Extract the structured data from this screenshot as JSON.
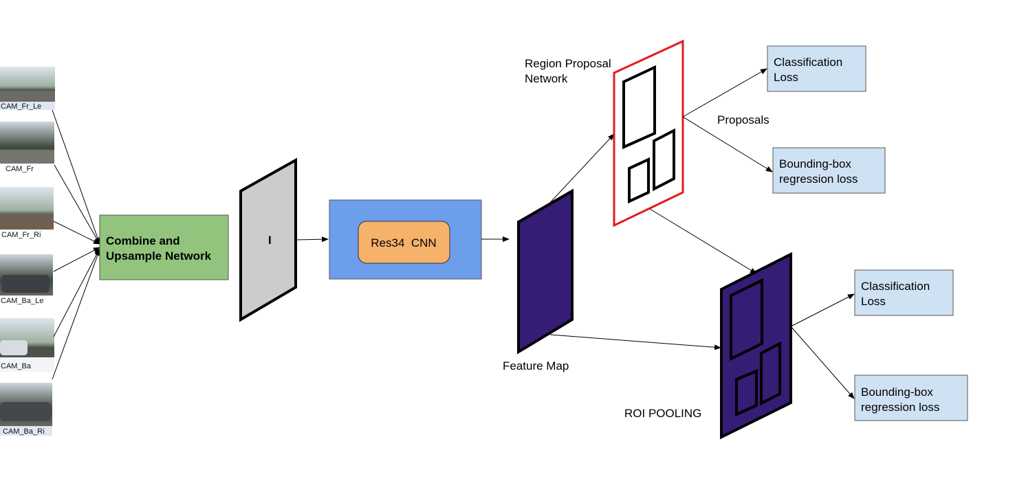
{
  "cameras": [
    {
      "label": "CAM_Fr_Le"
    },
    {
      "label": "CAM_Fr"
    },
    {
      "label": "CAM_Fr_Ri"
    },
    {
      "label": "CAM_Ba_Le"
    },
    {
      "label": "CAM_Ba"
    },
    {
      "label": "CAM_Ba_Ri"
    }
  ],
  "combine": {
    "line1": "Combine and",
    "line2": "Upsample Network",
    "color": "#93c47d"
  },
  "image_plane": {
    "label": "I",
    "color": "#cccccc"
  },
  "backbone": {
    "label": "Res34  CNN",
    "outer_color": "#6d9eeb",
    "inner_color": "#f6b26b"
  },
  "feature_map": {
    "label": "Feature Map",
    "color": "#351c75"
  },
  "rpn": {
    "line1": "Region Proposal",
    "line2": "Network",
    "border_color": "#e31c1c"
  },
  "proposals_label": "Proposals",
  "rpn_outputs": {
    "cls_line1": "Classification",
    "cls_line2": "Loss",
    "bbox_line1": "Bounding-box",
    "bbox_line2": "regression loss",
    "box_color": "#cfe2f3"
  },
  "roi": {
    "label": "ROI POOLING"
  },
  "roi_outputs": {
    "cls_line1": "Classification",
    "cls_line2": "Loss",
    "bbox_line1": "Bounding-box",
    "bbox_line2": "regression loss"
  }
}
